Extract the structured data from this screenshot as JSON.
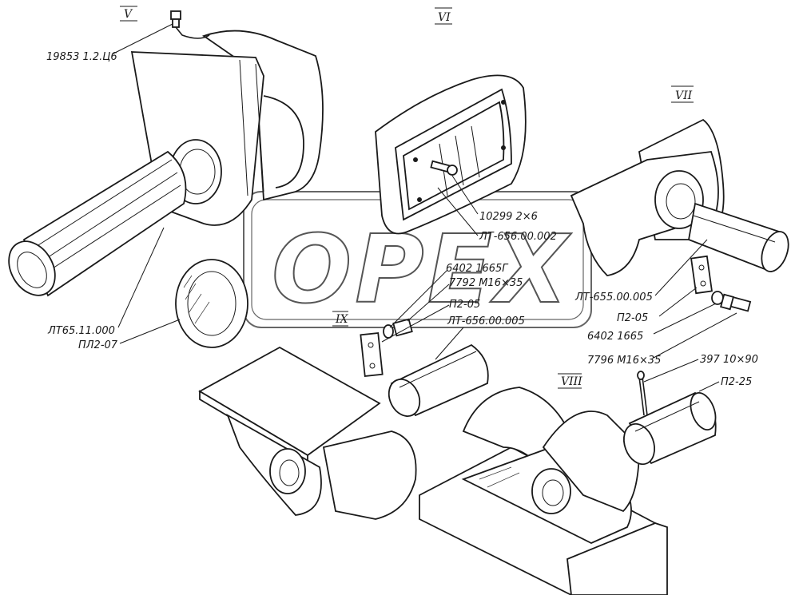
{
  "watermark": {
    "text": "OPEX"
  },
  "views": {
    "v": "V",
    "vi": "VI",
    "vii": "VII",
    "viii": "VIII",
    "ix": "IX"
  },
  "labels": {
    "part_19853": "19853 1.2.Ц6",
    "part_lt65": "ЛТ65.11.000",
    "part_pl2_07": "ПЛ2-07",
    "part_10299": "10299 2×6",
    "part_lt656_002": "ЛТ-656.00.002",
    "part_6402_a": "6402 1665Г",
    "part_7792": "7792 М16×35",
    "part_p2_05_a": "П2-05",
    "part_lt656_005": "ЛТ-656.00.005",
    "part_lt655_005": "ЛТ-655.00.005",
    "part_p2_05_b": "П2-05",
    "part_6402_b": "6402 1665",
    "part_7796": "7796 М16×35",
    "part_397": "397 10×90",
    "part_p2_25": "П2-25"
  }
}
